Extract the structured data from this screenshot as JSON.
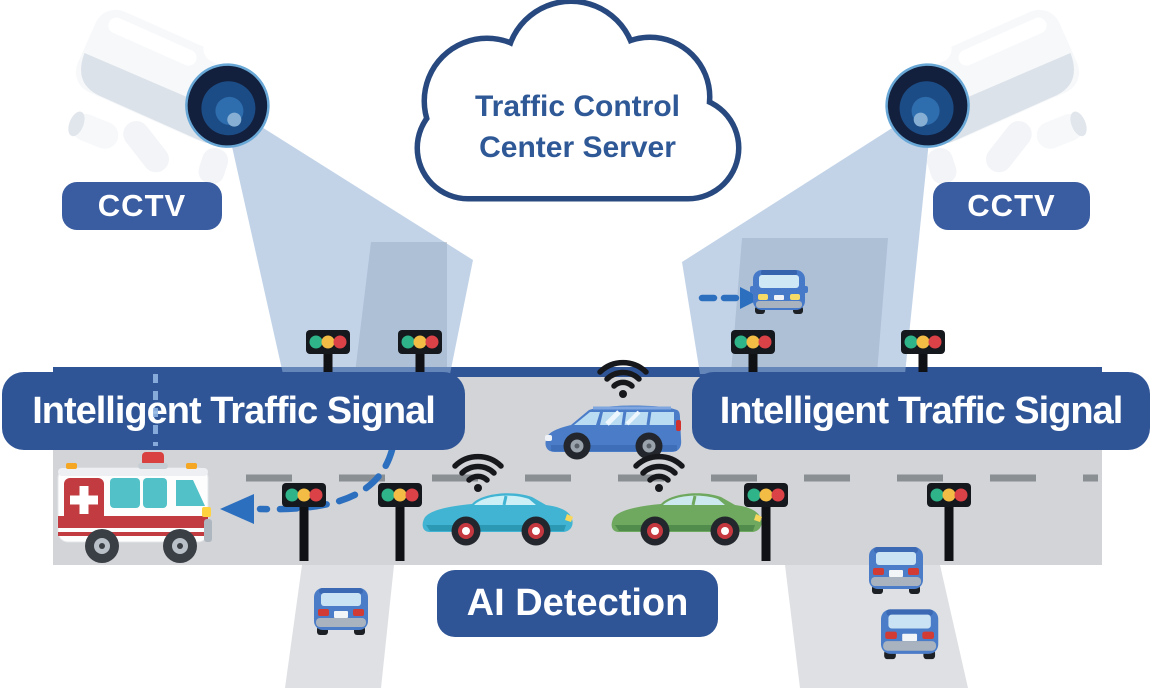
{
  "diagram": {
    "cloud": {
      "line1": "Traffic Control",
      "line2": "Center Server"
    },
    "labels": {
      "cctv_left": "CCTV",
      "cctv_right": "CCTV",
      "signal_left": "Intelligent Traffic Signal",
      "signal_right": "Intelligent Traffic Signal",
      "ai_detection": "AI Detection"
    },
    "icons": [
      "cctv-camera-icon",
      "camera-beam",
      "cloud-icon",
      "traffic-light-icon",
      "wifi-icon",
      "ambulance-icon",
      "minivan-icon",
      "sedan-icon",
      "rear-car-icon",
      "front-car-icon",
      "dashed-arrow-icon",
      "road",
      "lane-dash"
    ],
    "colors": {
      "label_blue": "#2F5597",
      "cctv_blue": "#3A5CA0",
      "bar_blue": "#2F5597",
      "cloud_stroke": "#27497F",
      "cloud_text": "#2E5896",
      "beam": "#8FAFD5",
      "road": "#D2D4D7",
      "road_light": "#DEE0E3",
      "lane_dash": "#8A8F94",
      "arrow_blue": "#2D6FBF",
      "arrow_light": "#8FB4E2",
      "light_green": "#2EB488",
      "light_yellow": "#F3BC45",
      "light_red": "#DB4247",
      "ambulance_red": "#C23B40",
      "window_teal": "#52C2C8",
      "car_blue": "#4A7CC8",
      "car_cyan": "#41B4D3",
      "car_green": "#6FA85F",
      "wifi": "#17181C"
    }
  }
}
